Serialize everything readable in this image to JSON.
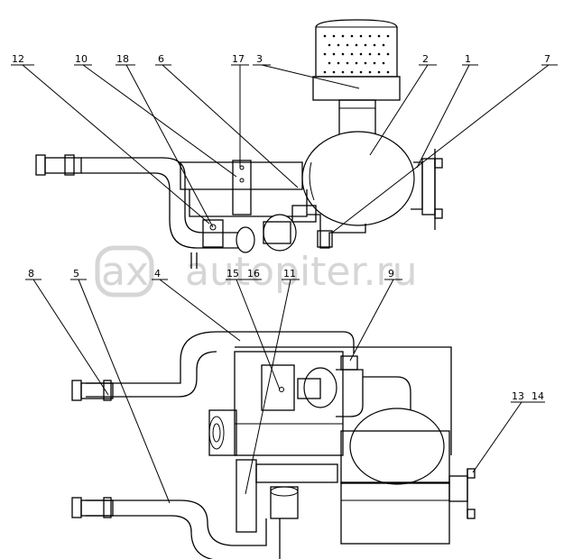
{
  "watermark": {
    "text": "autopiter.ru",
    "logo": "ax"
  },
  "callouts": [
    {
      "id": "c12",
      "text": "12"
    },
    {
      "id": "c10",
      "text": "10"
    },
    {
      "id": "c18",
      "text": "18"
    },
    {
      "id": "c6",
      "text": "6"
    },
    {
      "id": "c17",
      "text": "17"
    },
    {
      "id": "c3",
      "text": "3"
    },
    {
      "id": "c2",
      "text": "2"
    },
    {
      "id": "c1",
      "text": "1"
    },
    {
      "id": "c7",
      "text": "7"
    },
    {
      "id": "c8",
      "text": "8"
    },
    {
      "id": "c5",
      "text": "5"
    },
    {
      "id": "c4",
      "text": "4"
    },
    {
      "id": "c15",
      "text": "15"
    },
    {
      "id": "c16",
      "text": "16"
    },
    {
      "id": "c11",
      "text": "11"
    },
    {
      "id": "c9",
      "text": "9"
    },
    {
      "id": "c13",
      "text": "13"
    },
    {
      "id": "c14",
      "text": "14"
    }
  ]
}
